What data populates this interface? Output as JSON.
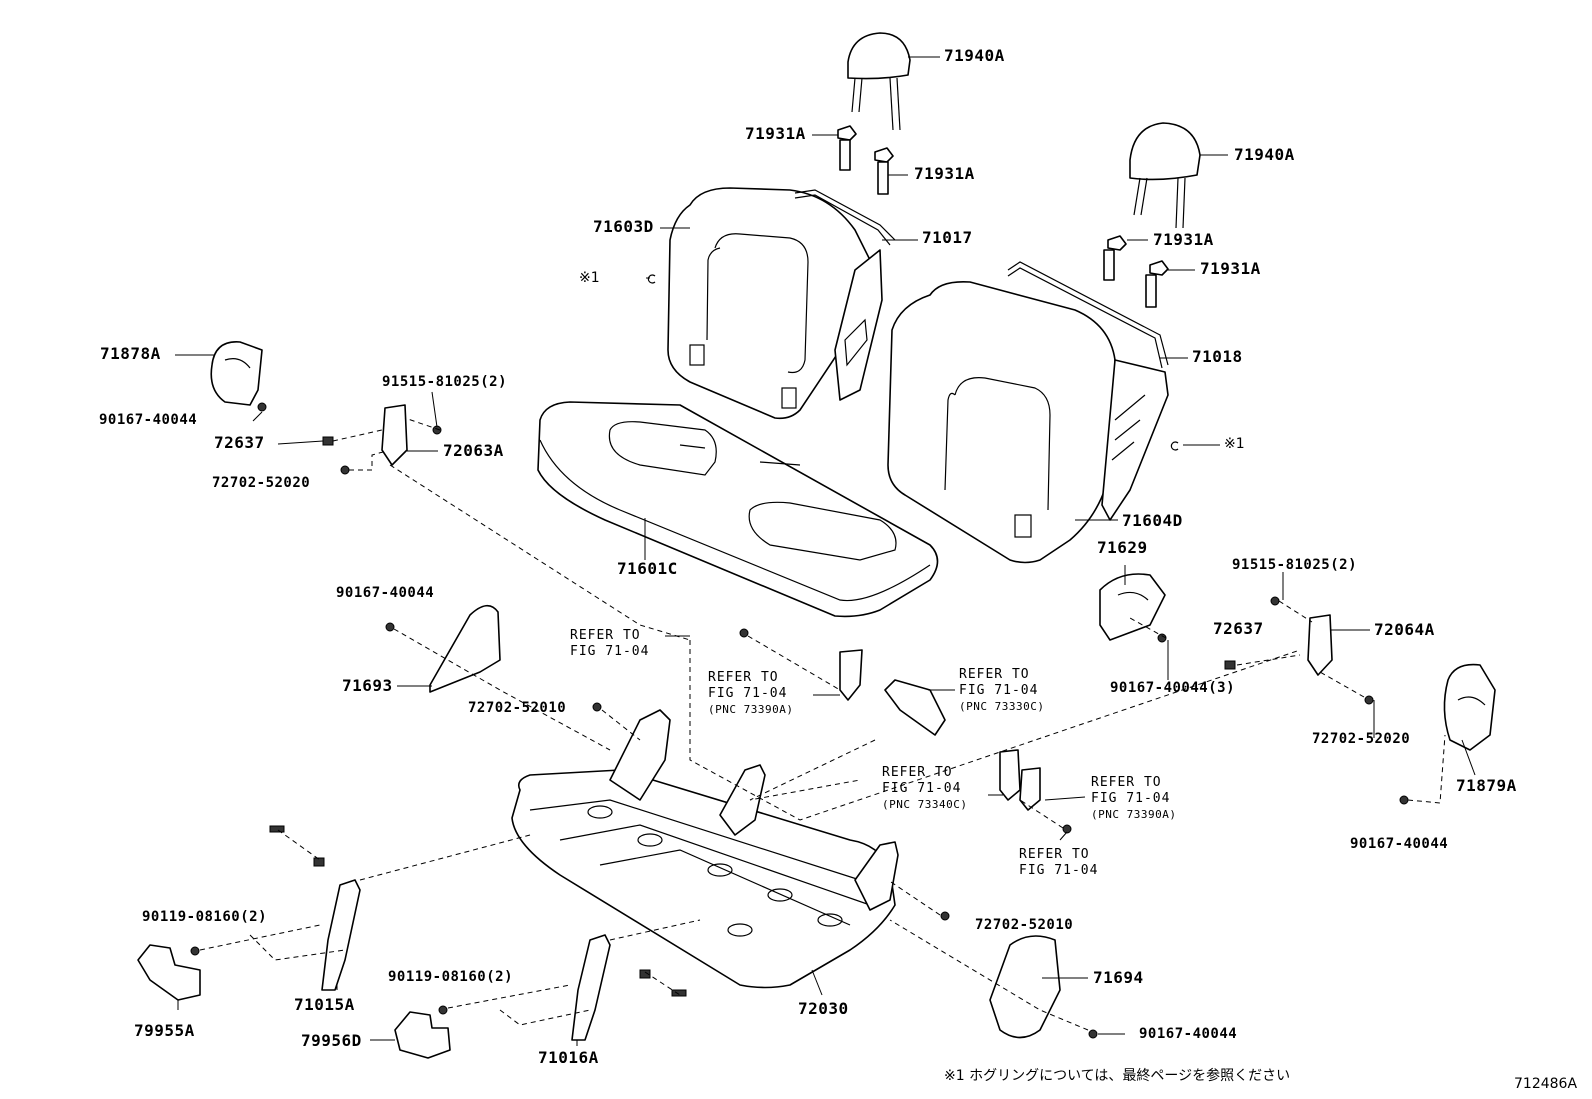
{
  "parts": {
    "p71940A_1": "71940A",
    "p71940A_2": "71940A",
    "p71931A_1": "71931A",
    "p71931A_2": "71931A",
    "p71931A_3": "71931A",
    "p71931A_4": "71931A",
    "p71603D": "71603D",
    "p71017": "71017",
    "p71018": "71018",
    "p71878A": "71878A",
    "p91515_1": "91515-81025(2)",
    "p91515_2": "91515-81025(2)",
    "p90167_1": "90167-40044",
    "p90167_2": "90167-40044",
    "p90167_3": "90167-40044(3)",
    "p90167_4": "90167-40044",
    "p90167_5": "90167-40044",
    "p72637_1": "72637",
    "p72637_2": "72637",
    "p72063A": "72063A",
    "p72064A": "72064A",
    "p72702_52020_1": "72702-52020",
    "p72702_52020_2": "72702-52020",
    "p72702_52010_1": "72702-52010",
    "p72702_52010_2": "72702-52010",
    "p71601C": "71601C",
    "p71604D": "71604D",
    "p71629": "71629",
    "p71693": "71693",
    "p71694": "71694",
    "p71879A": "71879A",
    "p72030": "72030",
    "p90119_1": "90119-08160(2)",
    "p90119_2": "90119-08160(2)",
    "p71015A": "71015A",
    "p71016A": "71016A",
    "p79955A": "79955A",
    "p79956D": "79956D"
  },
  "refs": {
    "r1_l1": "REFER TO",
    "r1_l2": "FIG 71-04",
    "r2_l1": "REFER TO",
    "r2_l2": "FIG 71-04",
    "r2_pnc": "(PNC 73390A)",
    "r3_l1": "REFER TO",
    "r3_l2": "FIG 71-04",
    "r3_pnc": "(PNC 73330C)",
    "r4_l1": "REFER TO",
    "r4_l2": "FIG 71-04",
    "r4_pnc": "(PNC 73340C)",
    "r5_l1": "REFER TO",
    "r5_l2": "FIG 71-04",
    "r5_pnc": "(PNC 73390A)",
    "r6_l1": "REFER TO",
    "r6_l2": "FIG 71-04"
  },
  "notes": {
    "mark_left": "※1",
    "mark_right": "※1",
    "footnote": "※1  ホグリングについては、最終ページを参照ください",
    "figure_id": "712486A"
  }
}
